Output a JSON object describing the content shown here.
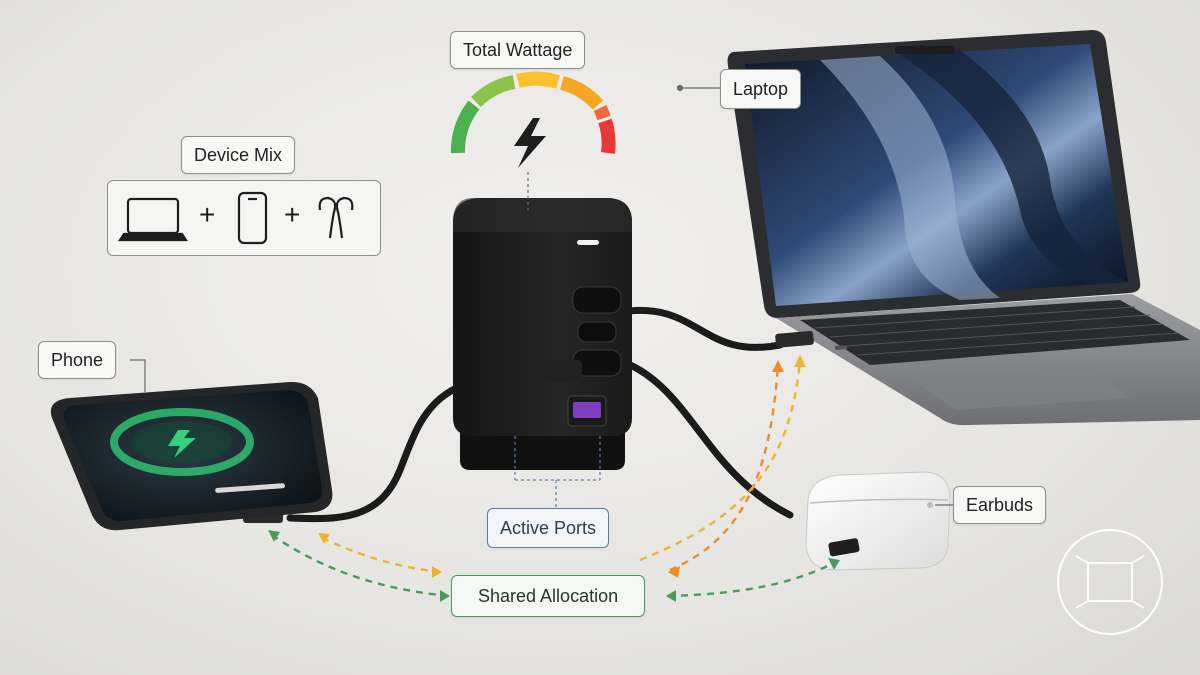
{
  "labels": {
    "total_wattage": "Total Wattage",
    "device_mix": "Device Mix",
    "laptop": "Laptop",
    "phone": "Phone",
    "earbuds": "Earbuds",
    "active_ports": "Active Ports",
    "shared_allocation": "Shared Allocation"
  },
  "device_mix": {
    "icons": [
      "laptop-icon",
      "phone-icon",
      "earbuds-icon"
    ],
    "separator": "+"
  },
  "gauge": {
    "segment_colors": [
      "#4caf50",
      "#8bc34a",
      "#fbc02d",
      "#f5a623",
      "#f06a3a",
      "#e53935"
    ],
    "icon": "lightning-bolt-icon"
  },
  "colors": {
    "green_flow": "#4c9a5a",
    "orange_flow": "#ee8a2c",
    "yellow_flow": "#eab530",
    "port_guide": "#5d7fa8",
    "charging_ring": "#2fbf71"
  }
}
